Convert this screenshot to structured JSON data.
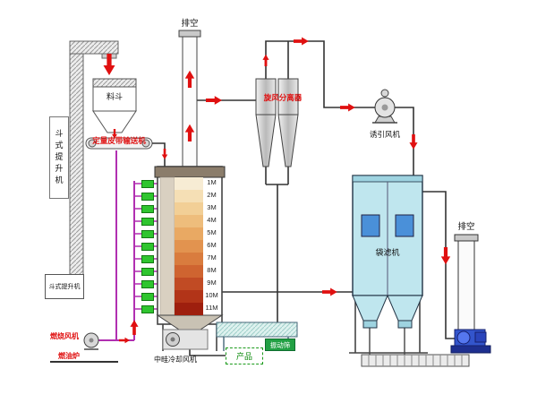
{
  "labels": {
    "vent_top": "排空",
    "vent_right": "排空",
    "hopper": "料斗",
    "bucket_elevator": "斗式提升机",
    "bucket_elevator_boot": "斗式提升机",
    "belt_conveyor": "定量皮带输送机",
    "cyclone_separator": "旋风分离器",
    "induced_draft_fan": "诱引风机",
    "bag_filter": "袋滤机",
    "combustion_fan": "燃烧风机",
    "oil_furnace": "燃油炉",
    "cooling_fan": "中畦冷却风机",
    "product": "产品",
    "vibrating_screen": "振动筛"
  },
  "tower": {
    "levels": [
      "1M",
      "2M",
      "3M",
      "4M",
      "5M",
      "6M",
      "7M",
      "8M",
      "9M",
      "10M",
      "11M"
    ],
    "layer_colors": [
      "#f7ecd4",
      "#f5dfb5",
      "#f2cf96",
      "#eebd7c",
      "#e9a963",
      "#e2934f",
      "#d97c3e",
      "#cf6430",
      "#c14b24",
      "#b23418",
      "#9e1f0e"
    ]
  },
  "colors": {
    "flow_arrow": "#e01010",
    "hot_air_pipe": "#b12fb1",
    "pipe": "#333333",
    "burner_box": "#2fc52f",
    "bag_filter_body": "#bfe6ee",
    "bag_filter_window": "#4a90d9",
    "blower_blue": "#3355cc",
    "red_label": "#e01212",
    "product_green": "#0a8a0a"
  }
}
